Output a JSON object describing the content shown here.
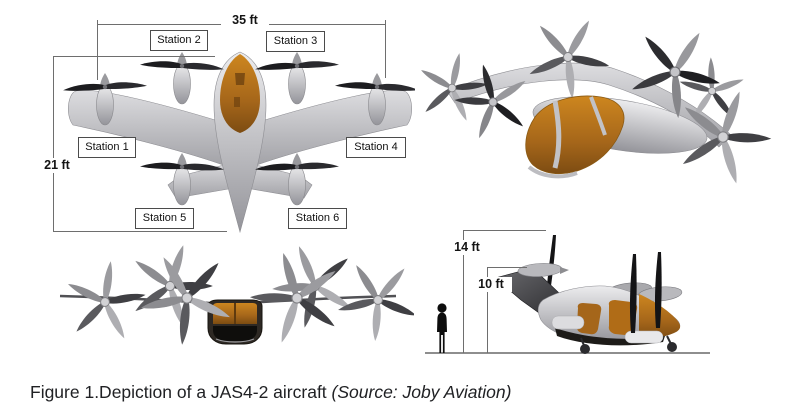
{
  "figure": {
    "caption_main": "Figure 1.Depiction of a JAS4-2 aircraft ",
    "caption_source": "(Source: Joby Aviation)"
  },
  "top_view": {
    "width_label": "35 ft",
    "height_label": "21 ft",
    "stations": [
      {
        "label": "Station 1"
      },
      {
        "label": "Station 2"
      },
      {
        "label": "Station 3"
      },
      {
        "label": "Station 4"
      },
      {
        "label": "Station 5"
      },
      {
        "label": "Station 6"
      }
    ]
  },
  "side_view": {
    "overall_height_label": "14 ft",
    "hub_height_label": "10 ft"
  },
  "colors": {
    "cockpit_orange": "#b5731e",
    "airframe_gray": "#c6c6ca",
    "blade_dark": "#232326",
    "dimension_line": "#6e6e6e",
    "caption_text": "#202124"
  }
}
